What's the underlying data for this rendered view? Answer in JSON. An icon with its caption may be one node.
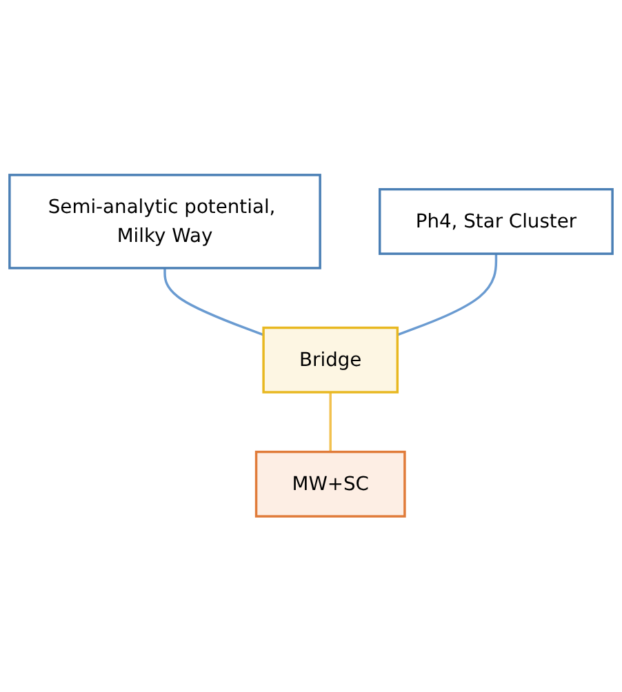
{
  "diagram": {
    "nodes": [
      {
        "text": [
          "Semi-analytic potential, Milky Way"
        ]
      },
      {
        "text": [
          "Ph4, Star Cluster"
        ]
      },
      {
        "text": [
          "Bridge"
        ]
      },
      {
        "text": [
          "MW+SC"
        ]
      }
    ],
    "edges": [
      {
        "from": 0,
        "to": 2,
        "arrow": "none"
      },
      {
        "from": 1,
        "to": 2,
        "arrow": "none"
      },
      {
        "from": 2,
        "to": 3,
        "arrow": "none",
        "color": "#f2c14e"
      }
    ]
  }
}
